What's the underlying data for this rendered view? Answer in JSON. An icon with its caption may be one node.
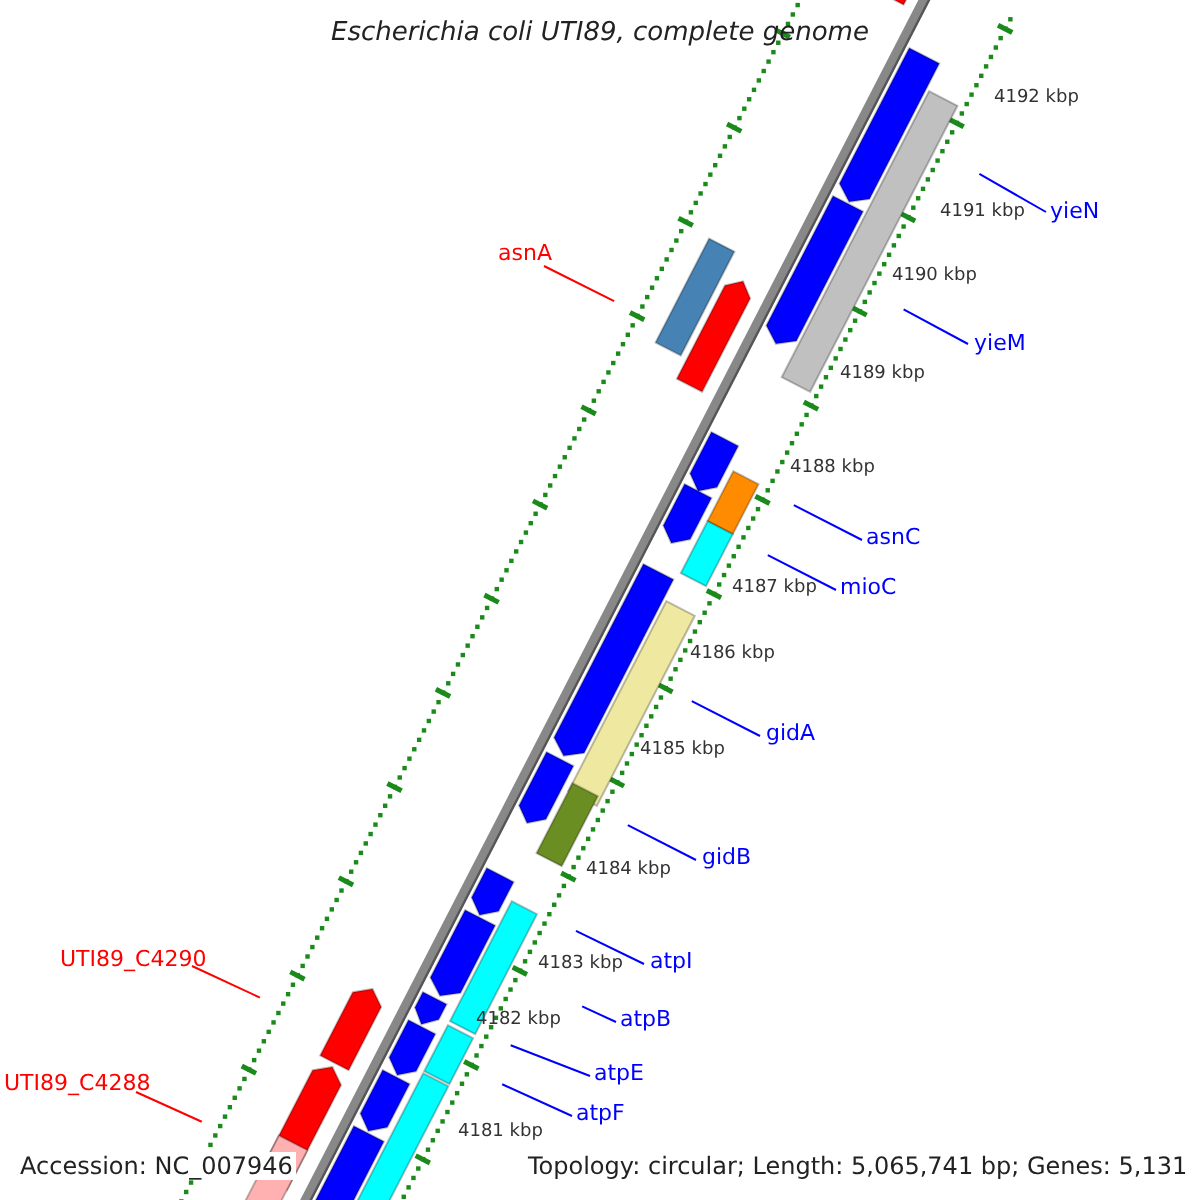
{
  "diagram": {
    "title": "Escherichia coli UTI89, complete genome",
    "nodes": [
      {
        "text": [
          "yieN"
        ]
      },
      {
        "text": [
          "asnA"
        ]
      },
      {
        "text": [
          "yieM"
        ]
      },
      {
        "text": [
          "asnC"
        ]
      },
      {
        "text": [
          "mioC"
        ]
      },
      {
        "text": [
          "gidA"
        ]
      },
      {
        "text": [
          "gidB"
        ]
      },
      {
        "text": [
          "atpI"
        ]
      },
      {
        "text": [
          "UTI89_C4290"
        ]
      },
      {
        "text": [
          "atpB"
        ]
      },
      {
        "text": [
          "atpE"
        ]
      },
      {
        "text": [
          "UTI89_C4288"
        ]
      },
      {
        "text": [
          "atpF"
        ]
      }
    ],
    "edges": [
      {
        "from": 0,
        "to": null,
        "arrow": "none"
      },
      {
        "from": 1,
        "to": null,
        "arrow": "none",
        "color": "#ff0000"
      },
      {
        "from": 2,
        "to": null,
        "arrow": "none"
      },
      {
        "from": 3,
        "to": null,
        "arrow": "none"
      },
      {
        "from": 4,
        "to": null,
        "arrow": "none"
      },
      {
        "from": 5,
        "to": null,
        "arrow": "none"
      },
      {
        "from": 6,
        "to": null,
        "arrow": "none"
      },
      {
        "from": 7,
        "to": null,
        "arrow": "none"
      },
      {
        "from": 8,
        "to": null,
        "arrow": "none",
        "color": "#ff0000"
      },
      {
        "from": 9,
        "to": null,
        "arrow": "none"
      },
      {
        "from": 10,
        "to": null,
        "arrow": "none"
      },
      {
        "from": 11,
        "to": null,
        "arrow": "none",
        "color": "#ff0000"
      },
      {
        "from": 12,
        "to": null,
        "arrow": "none"
      }
    ],
    "labels": [
      "4192 kbp",
      "4191 kbp",
      "4190 kbp",
      "4189 kbp",
      "4188 kbp",
      "4187 kbp",
      "4186 kbp",
      "4185 kbp",
      "4184 kbp",
      "4183 kbp",
      "4182 kbp",
      "4181 kbp",
      "Accession: NC_007946",
      "Topology: circular; Length: 5,065,741 bp; Genes: 5,131"
    ]
  }
}
